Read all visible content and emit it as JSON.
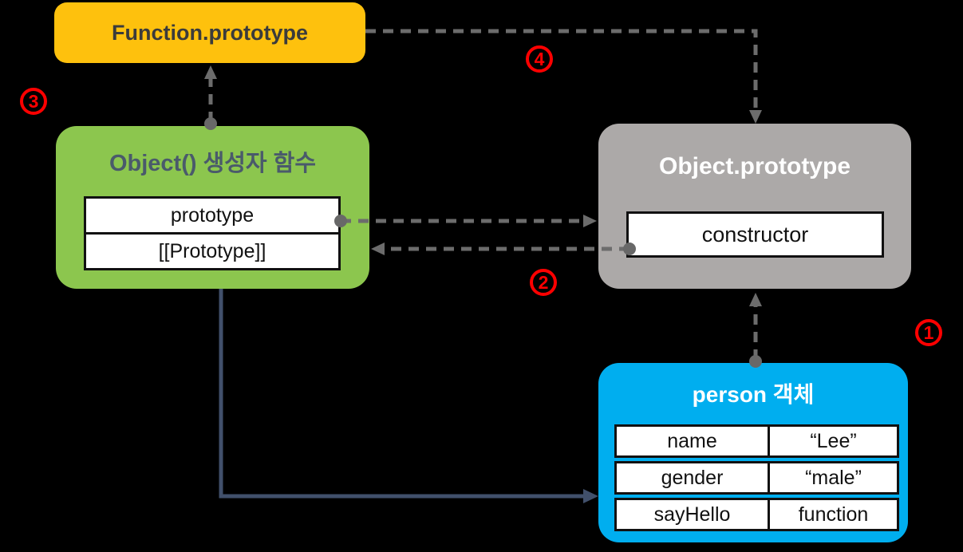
{
  "diagram": {
    "background": "#000000",
    "colors": {
      "function_prototype_box": "#FEC10D",
      "object_constructor_box": "#8CC64E",
      "object_prototype_box": "#ACA9A8",
      "person_box": "#00AEEF",
      "dashed_arrow": "#6C6C6C",
      "solid_arrow": "#41506B",
      "step_badge": "#FF0000",
      "dark_title_text": "#3B3B3B",
      "green_title_text": "#4A5A6B",
      "white_title_text": "#FFFFFF"
    },
    "nodes": {
      "function_prototype": {
        "title": "Function.prototype"
      },
      "object_constructor": {
        "title": "Object() 생성자 함수",
        "members": [
          "prototype",
          "[[Prototype]]"
        ]
      },
      "object_prototype": {
        "title": "Object.prototype",
        "members": [
          "constructor"
        ]
      },
      "person": {
        "title": "person 객체",
        "properties": [
          {
            "key": "name",
            "value": "“Lee”"
          },
          {
            "key": "gender",
            "value": "“male”"
          },
          {
            "key": "sayHello",
            "value": "function"
          }
        ]
      }
    },
    "annotations": {
      "step1": "1",
      "step2": "2",
      "step3": "3",
      "step4": "4"
    }
  }
}
